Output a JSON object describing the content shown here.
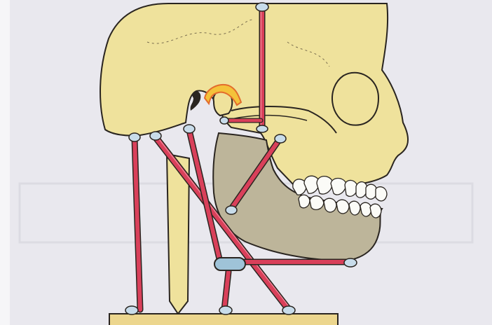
{
  "figure": {
    "subject": "jaw-and-neck-muscles-as-elastic-bands",
    "colors": {
      "background": "#e9e8ee",
      "page_edge": "#f4f4f6",
      "bone": "#efe29c",
      "jaw_muscle_area": "#bdb59a",
      "band": "#d9405a",
      "band_highlight": "#f08a9c",
      "ring": "#c8dcea",
      "hyoid": "#9fc3d8",
      "disc": "#f4c23a",
      "disc_edge": "#e36b2c",
      "outline": "#2a2520",
      "base": "#ecd68e"
    },
    "bands": [
      "temporal-band",
      "masseter-band",
      "occipital-to-base-band",
      "sternocleido-band",
      "stylohyoid-band",
      "diagonal-base-band",
      "mylohyoid-band",
      "infrahyoid-band"
    ]
  }
}
